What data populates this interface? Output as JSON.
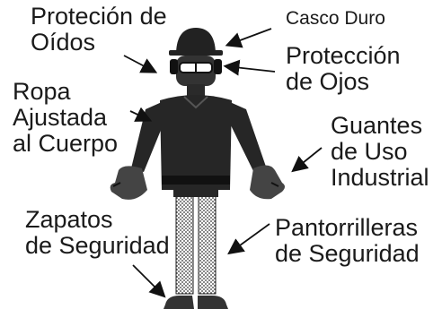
{
  "labels": {
    "proteccion_oidos": "Proteción de\nOídos",
    "casco_duro": "Casco Duro",
    "proteccion_ojos": "Protección\nde Ojos",
    "ropa_ajustada": "Ropa\nAjustada\nal Cuerpo",
    "guantes": "Guantes\nde Uso\nIndustrial",
    "zapatos": "Zapatos\nde Seguridad",
    "pantorrilleras": "Pantorrilleras\nde Seguridad"
  }
}
